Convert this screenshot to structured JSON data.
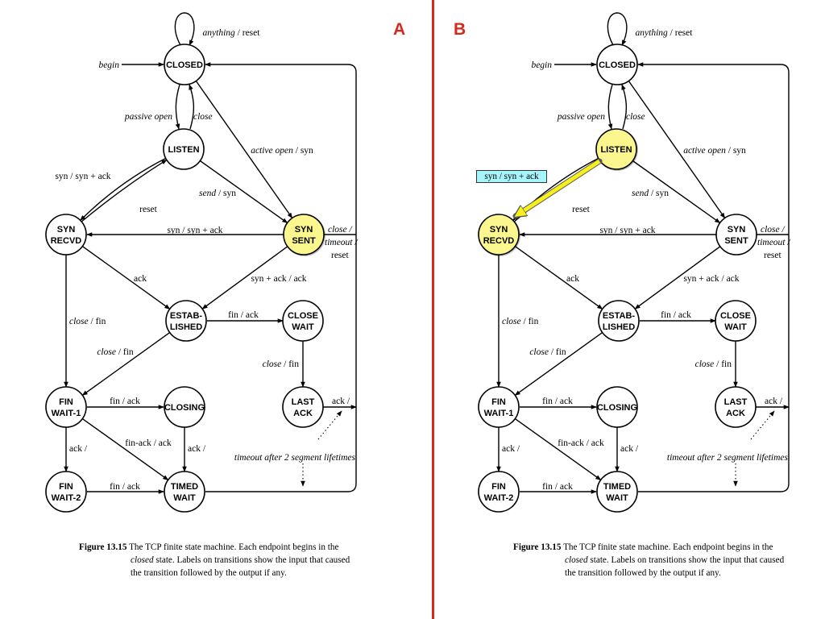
{
  "panels": [
    {
      "label": "A",
      "highlighted": [
        "syn_sent"
      ]
    },
    {
      "label": "B",
      "highlighted": [
        "listen",
        "syn_recvd"
      ],
      "callout": "syn / syn + ack"
    }
  ],
  "states": {
    "closed": [
      "CLOSED"
    ],
    "listen": [
      "LISTEN"
    ],
    "syn_recvd": [
      "SYN",
      "RECVD"
    ],
    "syn_sent": [
      "SYN",
      "SENT"
    ],
    "established": [
      "ESTAB-",
      "LISHED"
    ],
    "close_wait": [
      "CLOSE",
      "WAIT"
    ],
    "last_ack": [
      "LAST",
      "ACK"
    ],
    "fin_wait_1": [
      "FIN",
      "WAIT-1"
    ],
    "closing": [
      "CLOSING"
    ],
    "fin_wait_2": [
      "FIN",
      "WAIT-2"
    ],
    "timed_wait": [
      "TIMED",
      "WAIT"
    ]
  },
  "transitions": {
    "anything_reset": {
      "input": "anything",
      "output": "reset"
    },
    "begin": {
      "input": "begin",
      "output": ""
    },
    "passive_open": {
      "input": "passive open",
      "output": ""
    },
    "close": {
      "input": "close",
      "output": ""
    },
    "active_open": {
      "input": "active open",
      "output": "syn"
    },
    "listen_syn": {
      "input": "syn",
      "output": "syn + ack"
    },
    "reset": {
      "input": "reset",
      "output": ""
    },
    "send_syn": {
      "input": "send",
      "output": "syn"
    },
    "sent_syn": {
      "input": "syn",
      "output": "syn + ack"
    },
    "close_timeout_reset": {
      "input": [
        "close",
        "timeout"
      ],
      "output": "reset"
    },
    "ack": {
      "input": "ack",
      "output": ""
    },
    "synack_ack": {
      "input": "syn + ack",
      "output": "ack"
    },
    "close_fin_recvd": {
      "input": "close",
      "output": "fin"
    },
    "fin_ack_est": {
      "input": "fin",
      "output": "ack"
    },
    "close_fin_est": {
      "input": "close",
      "output": "fin"
    },
    "close_fin_cw": {
      "input": "close",
      "output": "fin"
    },
    "ack_lastack": {
      "input": "ack",
      "output": ""
    },
    "fin_ack_fw1": {
      "input": "fin",
      "output": "ack"
    },
    "finack_ack": {
      "input": "fin-ack",
      "output": "ack"
    },
    "ack_fw1": {
      "input": "ack",
      "output": ""
    },
    "ack_closing": {
      "input": "ack",
      "output": ""
    },
    "fin_ack_fw2": {
      "input": "fin",
      "output": "ack"
    },
    "timeout": {
      "input": "timeout after 2 segment lifetimes",
      "output": ""
    }
  },
  "caption": {
    "figure_number": "Figure 13.15",
    "line1": "The TCP finite state machine.  Each endpoint begins in the",
    "line2_italic": "closed",
    "line2_rest": " state.  Labels on transitions show the input that caused",
    "line3": "the transition followed by the output if any."
  },
  "colors": {
    "highlight": "#fbf78e",
    "divider": "#d42a1e",
    "panel_label": "#d42a1e",
    "callout_fill": "#a6f5fa",
    "callout_arrow": "#f7f01d"
  }
}
